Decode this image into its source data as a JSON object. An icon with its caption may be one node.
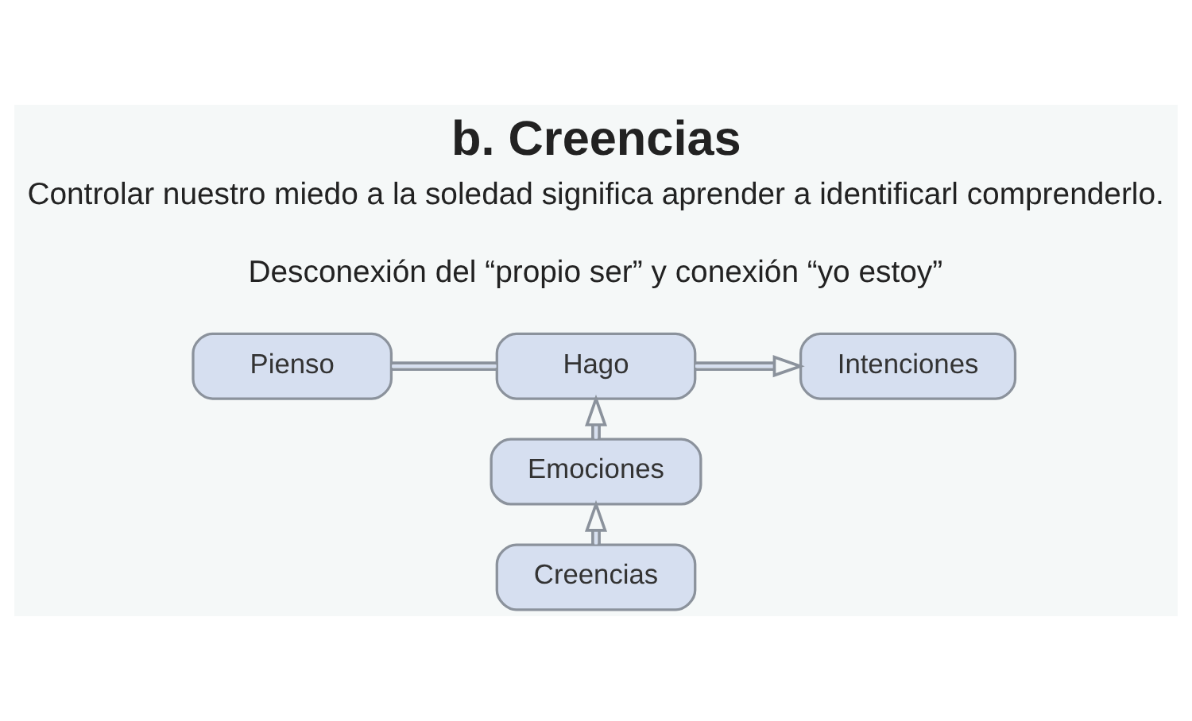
{
  "diagram": {
    "title": "b. Creencias",
    "nodes": [
      {
        "text": [
          "Pienso"
        ]
      },
      {
        "text": [
          "Hago"
        ]
      },
      {
        "text": [
          "Intenciones"
        ]
      },
      {
        "text": [
          "Emociones"
        ]
      },
      {
        "text": [
          "Creencias"
        ]
      }
    ],
    "edges": [
      {
        "from": 0,
        "to": 1,
        "arrow": "none"
      },
      {
        "from": 1,
        "to": 2,
        "arrow": "to"
      },
      {
        "from": 3,
        "to": 1,
        "arrow": "to"
      },
      {
        "from": 4,
        "to": 3,
        "arrow": "to"
      }
    ],
    "labels": [
      "Controlar nuestro miedo a la soledad significa aprender a identificarl comprenderlo.",
      "Desconexión del “propio ser” y conexión “yo estoy”"
    ]
  }
}
